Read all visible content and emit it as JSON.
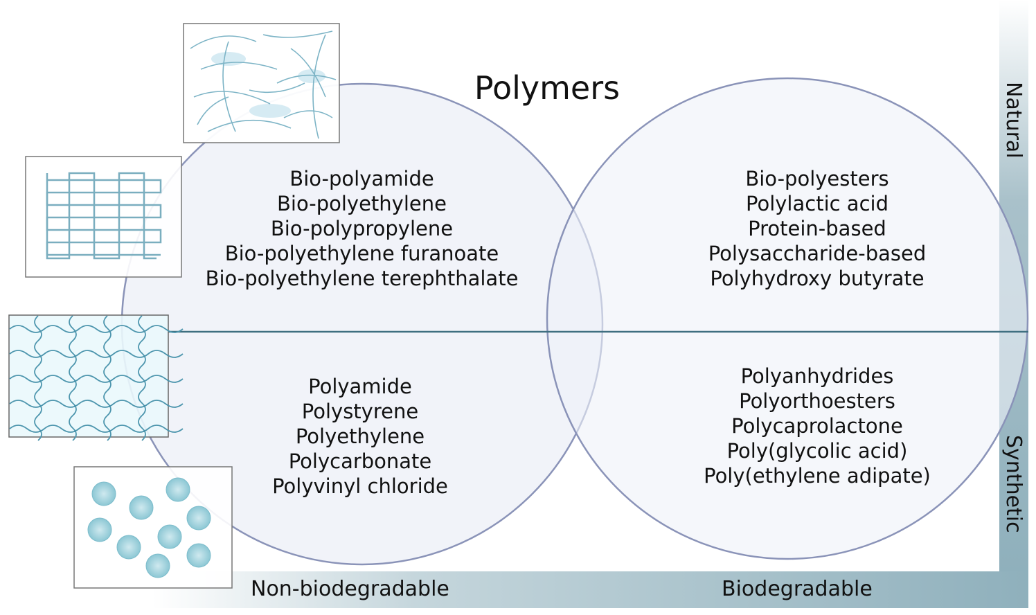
{
  "title": "Polymers",
  "axes": {
    "top_right": "Natural",
    "bottom_right": "Synthetic",
    "left_bottom": "Non-biodegradable",
    "right_bottom": "Biodegradable"
  },
  "quadrants": {
    "natural_nonbiodegradable": [
      "Bio-polyamide",
      "Bio-polyethylene",
      "Bio-polypropylene",
      "Bio-polyethylene furanoate",
      "Bio-polyethylene terephthalate"
    ],
    "natural_biodegradable": [
      "Bio-polyesters",
      "Polylactic acid",
      "Protein-based",
      "Polysaccharide-based",
      "Polyhydroxy butyrate"
    ],
    "synthetic_nonbiodegradable": [
      "Polyamide",
      "Polystyrene",
      "Polyethylene",
      "Polycarbonate",
      "Polyvinyl chloride"
    ],
    "synthetic_biodegradable": [
      "Polyanhydrides",
      "Polyorthoesters",
      "Polycaprolactone",
      "Poly(glycolic acid)",
      "Poly(ethylene adipate)"
    ]
  },
  "colors": {
    "accent": "#8fb0bc",
    "circle_stroke": "#8a93b8",
    "circle_fill": "#eef1f8",
    "structure": "#5a9fb5"
  }
}
